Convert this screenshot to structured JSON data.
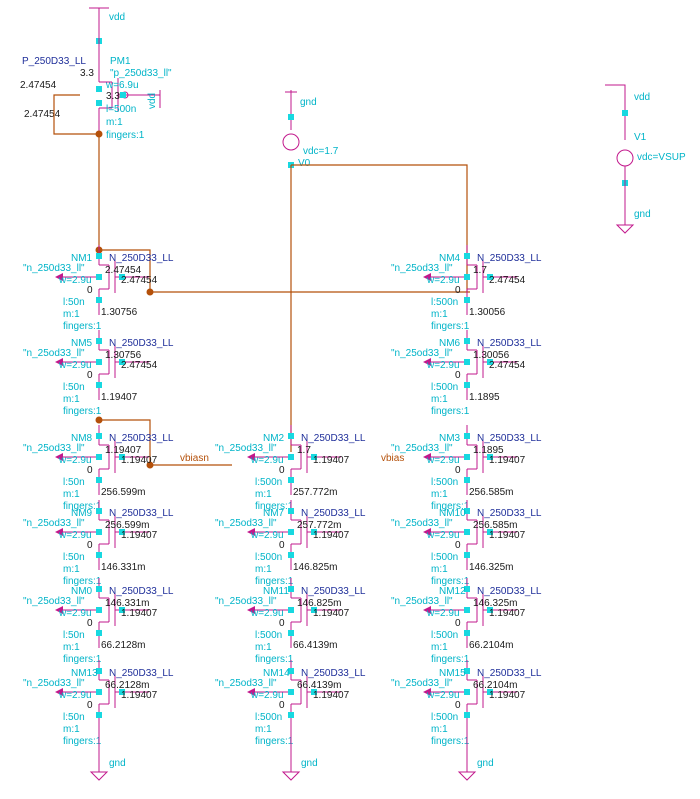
{
  "colors": {
    "wire": "#b4500a",
    "device": "#c2188c",
    "label": "#00b4c8",
    "dark": "#1a1a1a",
    "navy": "#1f2f9a"
  },
  "supply": {
    "top_net": "vdd",
    "side_net": "vdd",
    "side_gnd": "gnd",
    "src_name": "V1",
    "src_value": "vdc=VSUP"
  },
  "ref": {
    "gnd_label": "gnd",
    "src_value": "vdc=1.7",
    "net": "V0"
  },
  "pmos": {
    "cell": "P_250D33_LL",
    "inst": "PM1",
    "model": "\"p_250d33_ll\"",
    "w": "w=6.9u",
    "l": "l=500n",
    "m": "m:1",
    "fingers": "fingers:1",
    "vs": "3.3",
    "vg": "3.3",
    "bulk": "vdd",
    "op1": "2.47454",
    "op2": "2.47454"
  },
  "nets": {
    "vbiasn_left": "vbiasn",
    "vbiasn_right": "vbias"
  },
  "devices": [
    {
      "inst": "NM1",
      "cell": "N_250D33_LL",
      "model": "\"n_250d33_ll\"",
      "w": "w=2.9u",
      "l": "l:50n",
      "m": "m:1",
      "fingers": "fingers:1",
      "z": "0",
      "vd": "2.47454",
      "vg": "2.47454",
      "vs": "1.30756"
    },
    {
      "inst": "NM5",
      "cell": "N_250D33_LL",
      "model": "\"n_25od33_ll\"",
      "w": "w=2.9u",
      "l": "l:50n",
      "m": "m:1",
      "fingers": "fingers:1",
      "z": "0",
      "vd": "1.30756",
      "vg": "2.47454",
      "vs": "1.19407"
    },
    {
      "inst": "NM8",
      "cell": "N_250D33_LL",
      "model": "\"n_25od33_ll\"",
      "w": "w=2.9u",
      "l": "l:50n",
      "m": "m:1",
      "fingers": "fingers:1",
      "z": "0",
      "vd": "1.19407",
      "vg": "1.19407",
      "vs": "256.599m"
    },
    {
      "inst": "NM9",
      "cell": "N_250D33_LL",
      "model": "\"n_25od33_ll\"",
      "w": "w=2.9u",
      "l": "l:50n",
      "m": "m:1",
      "fingers": "fingers:1",
      "z": "0",
      "vd": "256.599m",
      "vg": "1.19407",
      "vs": "146.331m"
    },
    {
      "inst": "NM0",
      "cell": "N_250D33_LL",
      "model": "\"n_25od33_ll\"",
      "w": "w=2.9u",
      "l": "l:50n",
      "m": "m:1",
      "fingers": "fingers:1",
      "z": "0",
      "vd": "146.331m",
      "vg": "1.19407",
      "vs": "66.2128m"
    },
    {
      "inst": "NM13",
      "cell": "N_250D33_LL",
      "model": "\"n_25od33_ll\"",
      "w": "w=2.9u",
      "l": "l:50n",
      "m": "m:1",
      "fingers": "fingers:1",
      "z": "0",
      "vd": "66.2128m",
      "vg": "1.19407",
      "vs": ""
    },
    {
      "inst": "NM2",
      "cell": "N_250D33_LL",
      "model": "\"n_25od33_ll\"",
      "w": "w=2.9u",
      "l": "l:500n",
      "m": "m:1",
      "fingers": "fingers:1",
      "z": "0",
      "vd": "1.7",
      "vg": "1.19407",
      "vs": "257.772m"
    },
    {
      "inst": "NM7",
      "cell": "N_250D33_LL",
      "model": "\"n_25od33_ll\"",
      "w": "w=2.9u",
      "l": "l:500n",
      "m": "m:1",
      "fingers": "fingers:1",
      "z": "0",
      "vd": "257.772m",
      "vg": "1.19407",
      "vs": "146.825m"
    },
    {
      "inst": "NM11",
      "cell": "N_250D33_LL",
      "model": "\"n_25od33_ll\"",
      "w": "w=2.9u",
      "l": "l:500n",
      "m": "m:1",
      "fingers": "fingers:1",
      "z": "0",
      "vd": "146.825m",
      "vg": "1.19407",
      "vs": "66.4139m"
    },
    {
      "inst": "NM14",
      "cell": "N_250D33_LL",
      "model": "\"n_25od33_ll\"",
      "w": "w=2.9u",
      "l": "l:500n",
      "m": "m:1",
      "fingers": "fingers:1",
      "z": "0",
      "vd": "66.4139m",
      "vg": "1.19407",
      "vs": ""
    },
    {
      "inst": "NM4",
      "cell": "N_250D33_LL",
      "model": "\"n_25od33_ll\"",
      "w": "w=2.9u",
      "l": "l:500n",
      "m": "m:1",
      "fingers": "fingers:1",
      "z": "0",
      "vd": "1.7",
      "vg": "2.47454",
      "vs": "1.30056"
    },
    {
      "inst": "NM6",
      "cell": "N_250D33_LL",
      "model": "\"n_25od33_ll\"",
      "w": "w=2.9u",
      "l": "l:500n",
      "m": "m:1",
      "fingers": "fingers:1",
      "z": "0",
      "vd": "1.30056",
      "vg": "2.47454",
      "vs": "1.1895"
    },
    {
      "inst": "NM3",
      "cell": "N_250D33_LL",
      "model": "\"n_25od33_ll\"",
      "w": "w=2.9u",
      "l": "l:500n",
      "m": "m:1",
      "fingers": "fingers:1",
      "z": "0",
      "vd": "1.1895",
      "vg": "1.19407",
      "vs": "256.585m"
    },
    {
      "inst": "NM10",
      "cell": "N_250D33_LL",
      "model": "\"n_25od33_ll\"",
      "w": "w=2.9u",
      "l": "l:500n",
      "m": "m:1",
      "fingers": "fingers:1",
      "z": "0",
      "vd": "256.585m",
      "vg": "1.19407",
      "vs": "146.325m"
    },
    {
      "inst": "NM12",
      "cell": "N_250D33_LL",
      "model": "\"n_25od33_ll\"",
      "w": "w=2.9u",
      "l": "l:500n",
      "m": "m:1",
      "fingers": "fingers:1",
      "z": "0",
      "vd": "146.325m",
      "vg": "1.19407",
      "vs": "66.2104m"
    },
    {
      "inst": "NM15",
      "cell": "N_250D33_LL",
      "model": "\"n_25od33_ll\"",
      "w": "w=2.9u",
      "l": "l:500n",
      "m": "m:1",
      "fingers": "fingers:1",
      "z": "0",
      "vd": "66.2104m",
      "vg": "1.19407",
      "vs": ""
    }
  ]
}
